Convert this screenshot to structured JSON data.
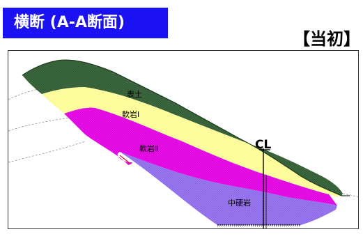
{
  "header": {
    "title": "横断 (A-A断面)",
    "status": "【当初】"
  },
  "section": {
    "layers": {
      "topsoil": "表土",
      "soft_rock_1": "軟岩Ⅰ",
      "soft_rock_2": "軟岩Ⅱ",
      "medium_hard_rock": "中硬岩"
    },
    "centerline": "CL",
    "colors": {
      "topsoil": "#3d6a3f",
      "soft_rock_1": "#fcfc9c",
      "soft_rock_2": "#ee10ee",
      "medium_hard_rock": "#9c7af2",
      "title_bg": "#1a12f2"
    }
  }
}
